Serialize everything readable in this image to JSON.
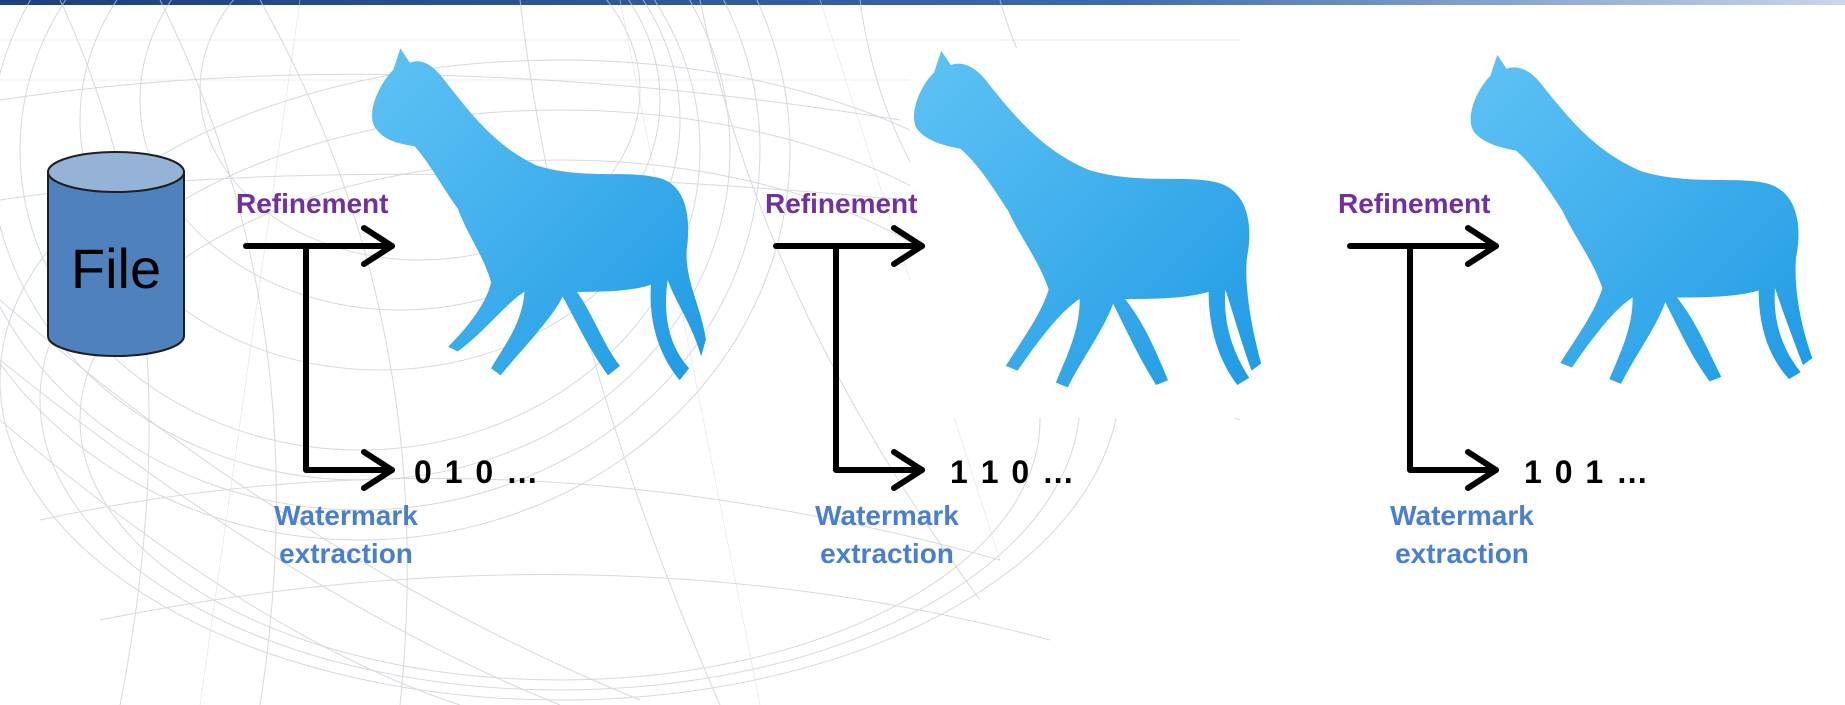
{
  "file": {
    "label": "File",
    "icon": "database-cylinder-icon",
    "fill": "#4f81bd",
    "stroke": "#1f1f1f"
  },
  "stages": [
    {
      "refine_label": "Refinement",
      "bits": "0 1 0 …",
      "wm_line1": "Watermark",
      "wm_line2": "extraction"
    },
    {
      "refine_label": "Refinement",
      "bits": "1 1 0 …",
      "wm_line1": "Watermark",
      "wm_line2": "extraction"
    },
    {
      "refine_label": "Refinement",
      "bits": "1 0 1 …",
      "wm_line1": "Watermark",
      "wm_line2": "extraction"
    }
  ],
  "colors": {
    "refinement": "#7030a0",
    "watermark": "#4a7fcf",
    "horse": "#29a8ef",
    "arrow": "#000000"
  }
}
